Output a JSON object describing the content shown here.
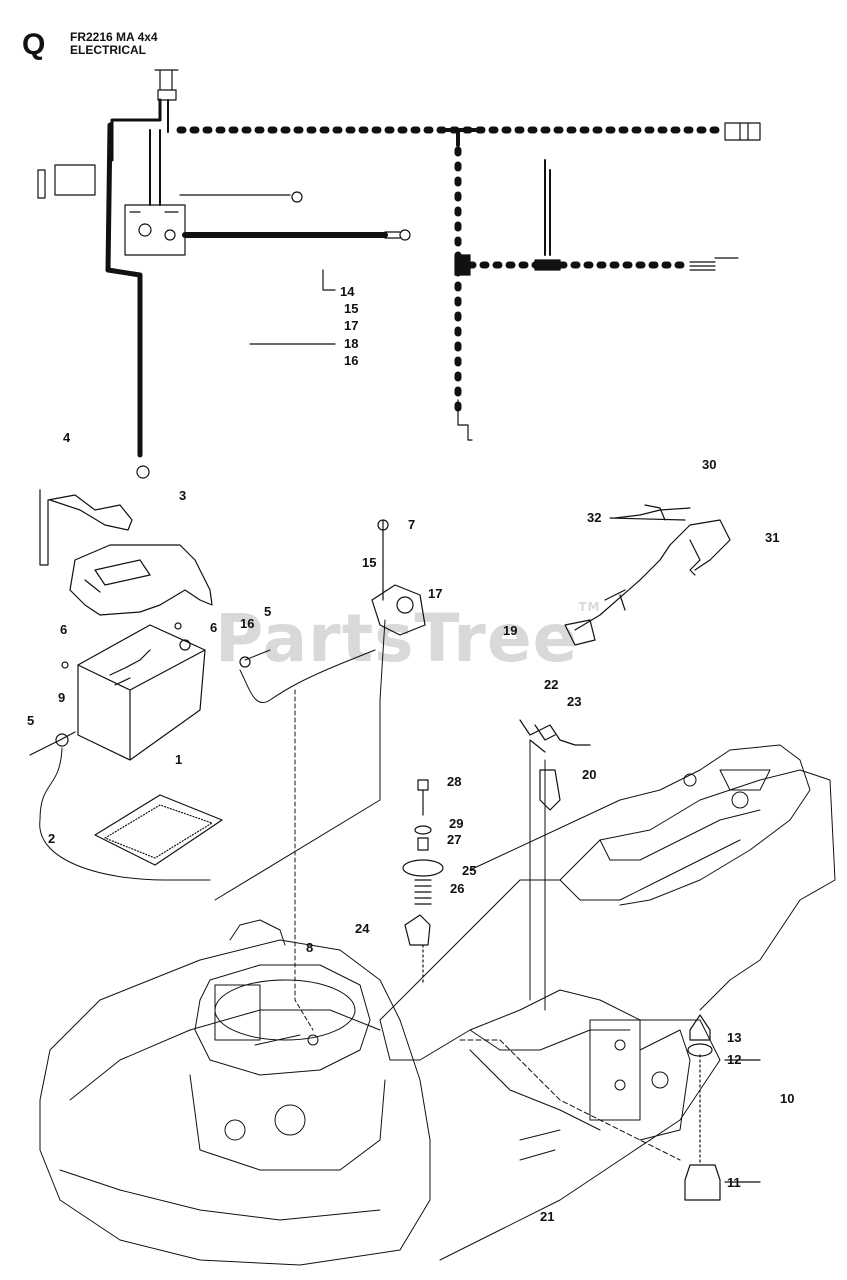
{
  "header": {
    "section_letter": "Q",
    "model": "FR2216 MA 4x4",
    "section": "ELECTRICAL"
  },
  "watermark": {
    "text": "PartsTree",
    "tm": "TM"
  },
  "callouts": [
    "14",
    "15",
    "17",
    "18",
    "16",
    "4",
    "30",
    "3",
    "7",
    "15",
    "17",
    "32",
    "31",
    "5",
    "16",
    "6",
    "6",
    "19",
    "22",
    "23",
    "9",
    "5",
    "1",
    "20",
    "28",
    "29",
    "27",
    "2",
    "25",
    "26",
    "24",
    "8",
    "13",
    "12",
    "10",
    "11",
    "21"
  ]
}
